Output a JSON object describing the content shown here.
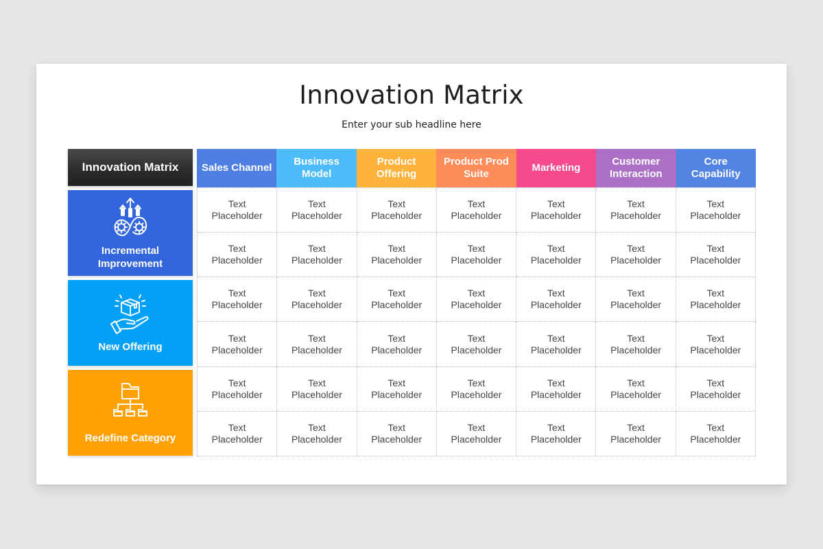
{
  "slide": {
    "title": "Innovation Matrix",
    "subtitle": "Enter your sub headline here",
    "corner_label": "Innovation Matrix"
  },
  "columns": [
    {
      "label": "Sales Channel",
      "color": "#4f7fe3"
    },
    {
      "label": "Business Model",
      "color": "#4dbcf8"
    },
    {
      "label": "Product Offering",
      "color": "#fdb33c"
    },
    {
      "label": "Product Prod Suite",
      "color": "#fd8c5a"
    },
    {
      "label": "Marketing",
      "color": "#f74a8d"
    },
    {
      "label": "Customer Interaction",
      "color": "#ab6fc5"
    },
    {
      "label": "Core Capability",
      "color": "#5284e3"
    }
  ],
  "rows": [
    {
      "label": "Incremental Improvement",
      "icon": "gears-arrows-icon",
      "color": "#3366dd"
    },
    {
      "label": "New Offering",
      "icon": "hand-box-icon",
      "color": "#02a1f6"
    },
    {
      "label": "Redefine Category",
      "icon": "folder-hierarchy-icon",
      "color": "#ffa104"
    }
  ],
  "cells": [
    [
      "Text Placeholder",
      "Text Placeholder",
      "Text Placeholder",
      "Text Placeholder",
      "Text Placeholder",
      "Text Placeholder",
      "Text Placeholder"
    ],
    [
      "Text Placeholder",
      "Text Placeholder",
      "Text Placeholder",
      "Text Placeholder",
      "Text Placeholder",
      "Text Placeholder",
      "Text Placeholder"
    ],
    [
      "Text Placeholder",
      "Text Placeholder",
      "Text Placeholder",
      "Text Placeholder",
      "Text Placeholder",
      "Text Placeholder",
      "Text Placeholder"
    ],
    [
      "Text Placeholder",
      "Text Placeholder",
      "Text Placeholder",
      "Text Placeholder",
      "Text Placeholder",
      "Text Placeholder",
      "Text Placeholder"
    ],
    [
      "Text Placeholder",
      "Text Placeholder",
      "Text Placeholder",
      "Text Placeholder",
      "Text Placeholder",
      "Text Placeholder",
      "Text Placeholder"
    ],
    [
      "Text Placeholder",
      "Text Placeholder",
      "Text Placeholder",
      "Text Placeholder",
      "Text Placeholder",
      "Text Placeholder",
      "Text Placeholder"
    ]
  ]
}
